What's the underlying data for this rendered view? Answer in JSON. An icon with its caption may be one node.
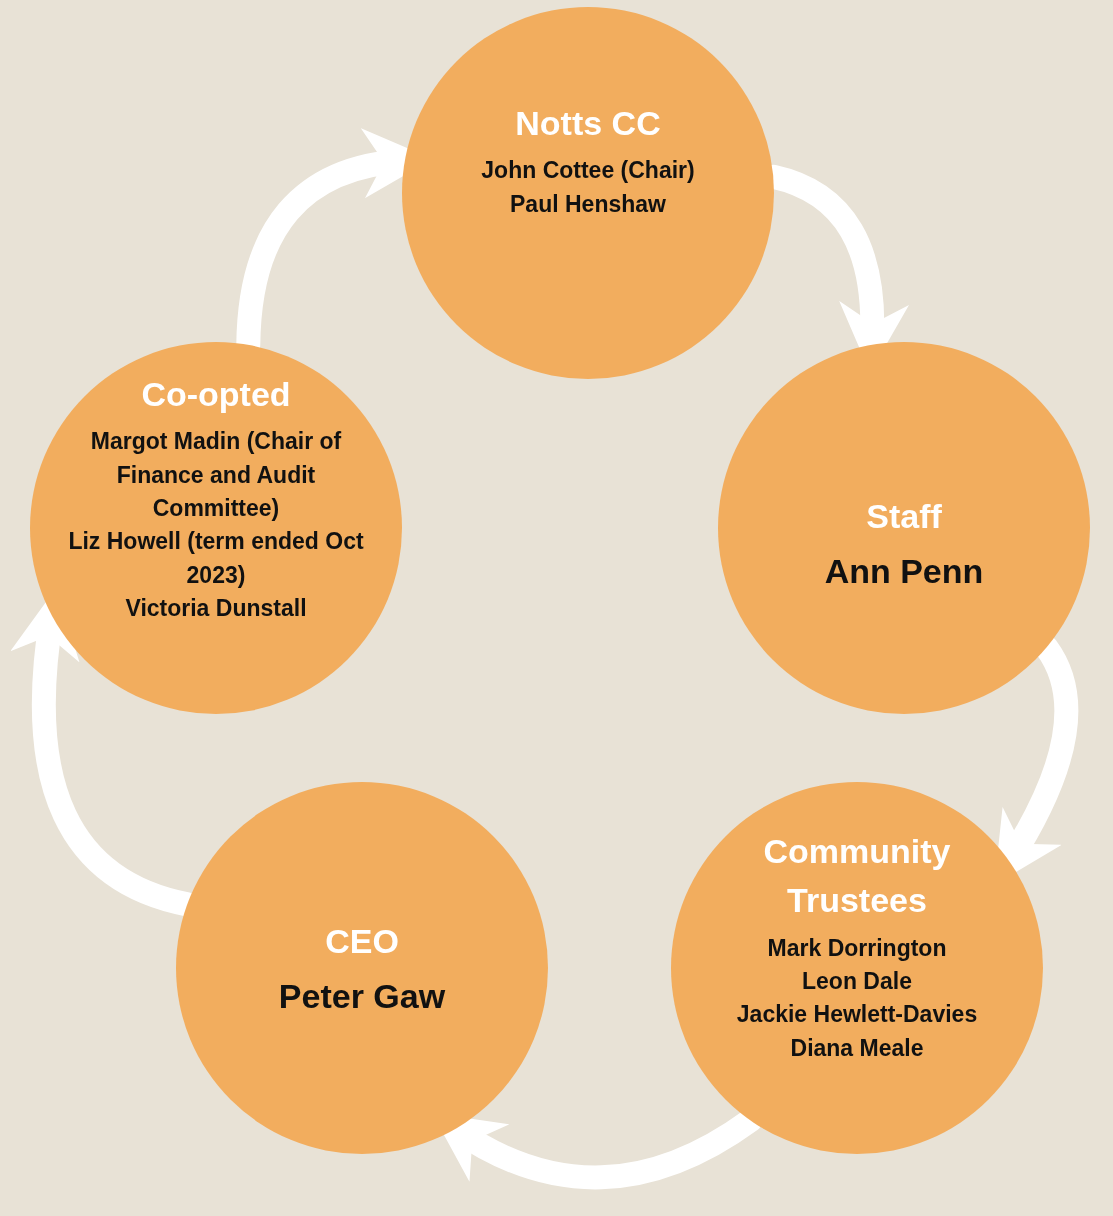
{
  "diagram": {
    "nodes": [
      {
        "text": [
          "Notts CC",
          "John Cottee (Chair)",
          "Paul Henshaw"
        ]
      },
      {
        "text": [
          "Staff",
          "Ann Penn"
        ]
      },
      {
        "text": [
          "Community Trustees",
          "Mark Dorrington",
          "Leon Dale",
          "Jackie Hewlett-Davies",
          "Diana Meale"
        ]
      },
      {
        "text": [
          "CEO",
          "Peter Gaw"
        ]
      },
      {
        "text": [
          "Co-opted",
          "Margot Madin (Chair of Finance and Audit Committee)",
          "Liz Howell (term ended Oct 2023)",
          "Victoria Dunstall"
        ]
      }
    ],
    "edges": [
      {
        "from": 0,
        "to": 1,
        "arrow": "to"
      },
      {
        "from": 1,
        "to": 2,
        "arrow": "to"
      },
      {
        "from": 2,
        "to": 3,
        "arrow": "to"
      },
      {
        "from": 3,
        "to": 4,
        "arrow": "to"
      },
      {
        "from": 4,
        "to": 0,
        "arrow": "to"
      }
    ]
  }
}
